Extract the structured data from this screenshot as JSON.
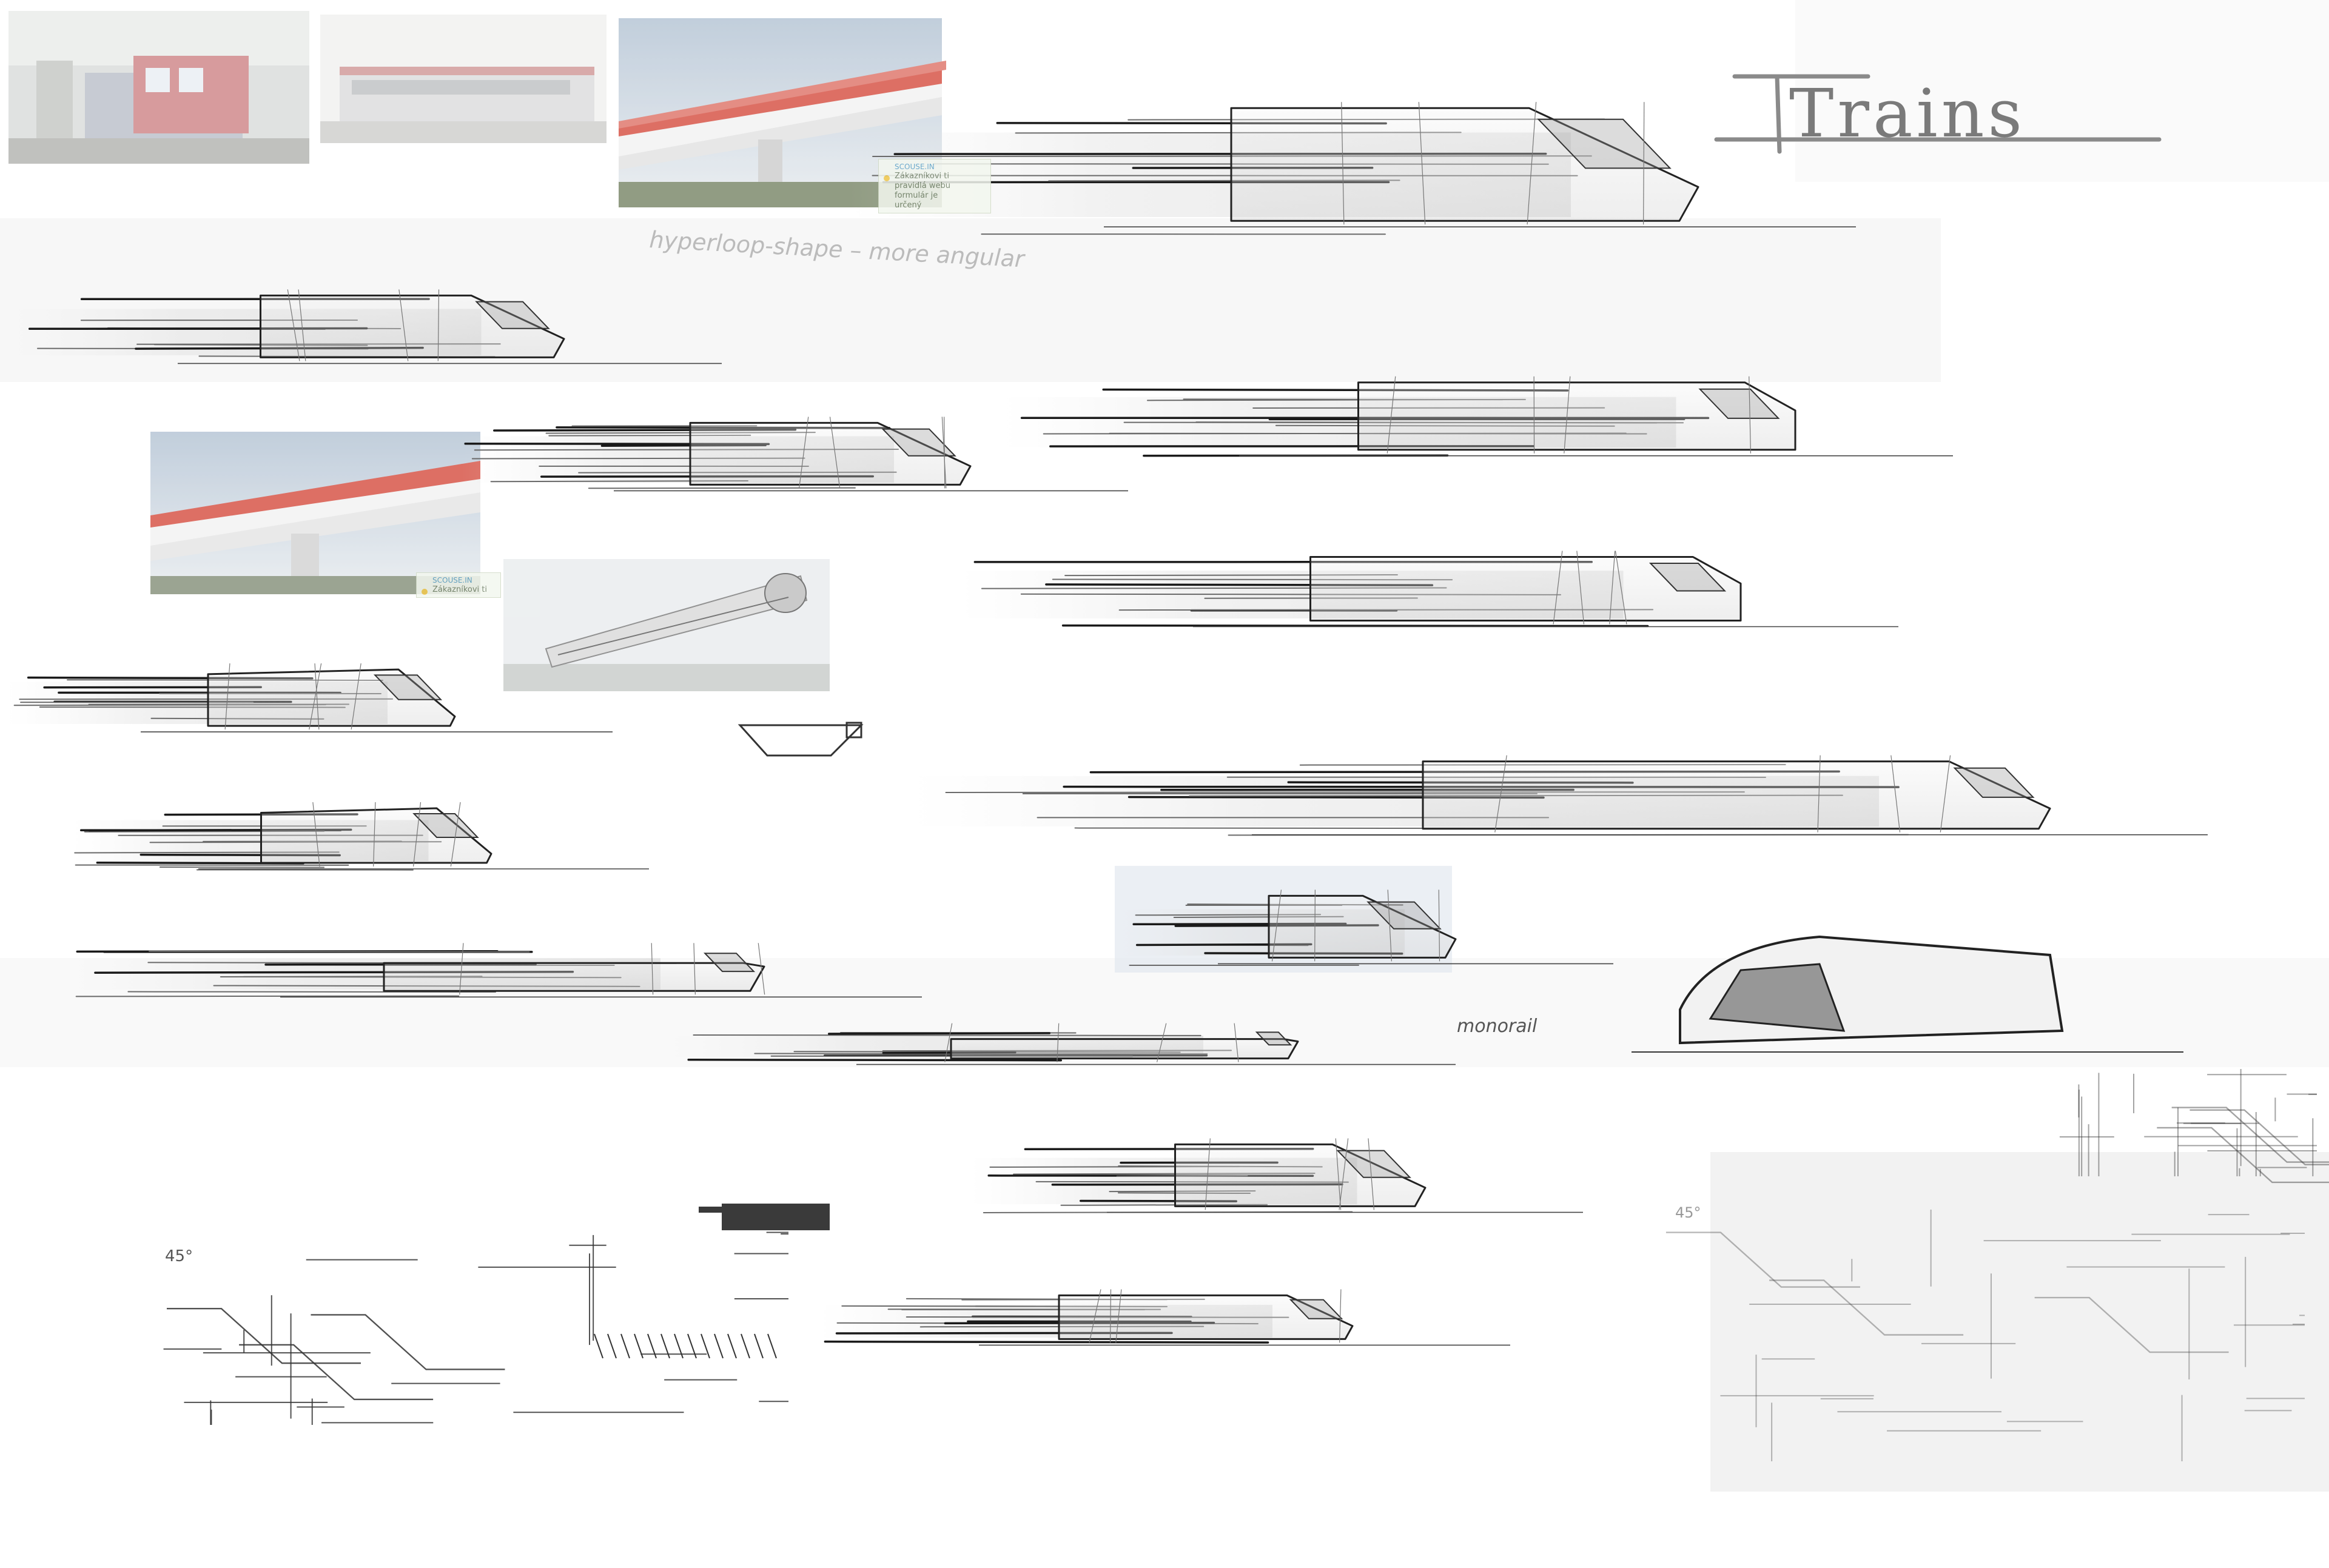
{
  "title": "Trains",
  "notes": {
    "top_note": "hyperloop-shape – more angular",
    "monorail": "monorail",
    "angle_left": "45°",
    "angle_right": "45°"
  },
  "photo_badges": [
    {
      "tag": "SCOUSE.IN",
      "lines": [
        "Zákazníkovi ti",
        "pravidlá webu",
        "formulár je",
        "určený"
      ]
    },
    {
      "tag": "SCOUSE.IN",
      "lines": [
        "Zákazníkovi ti"
      ]
    }
  ],
  "colors": {
    "ink": "#1a1a1a",
    "pencil": "#4a4a4a",
    "smudge": "#d9d9d9",
    "train_red": "#d8564a",
    "sky": "#c9d3dd",
    "title_gray": "#8a8a8a"
  }
}
